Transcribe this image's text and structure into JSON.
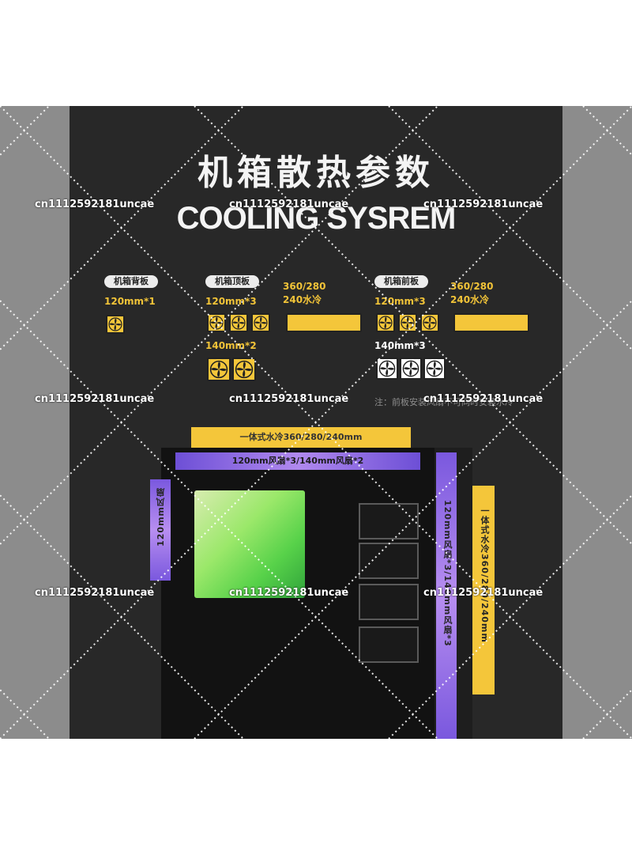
{
  "heading": {
    "cn": "机箱散热参数",
    "en": "COOLING SYSREM"
  },
  "rear": {
    "label": "机箱背板",
    "fan_spec": "120mm*1"
  },
  "top": {
    "label": "机箱顶板",
    "fan_spec_a": "120mm*3",
    "fan_spec_b": "140mm*2",
    "rad_spec": "360/280\n240水冷"
  },
  "front": {
    "label": "机箱前板",
    "fan_spec_a": "120mm*3",
    "fan_spec_b": "140mm*3",
    "rad_spec": "360/280\n240水冷"
  },
  "note": "注：前板安装风扇不可同时安装水冷",
  "case_labels": {
    "top_aio": "一体式水冷360/280/240mm",
    "top_fans": "120mm风扇*3/140mm风扇*2",
    "rear_fan": "120mm风扇",
    "front_fans": "120mm风扇*3/140mm风扇*3",
    "front_aio": "一体式水冷360/280/240mm"
  },
  "watermark": "cn1112592181uncae",
  "colors": {
    "panel_bg": "#282828",
    "accent_yellow": "#f4c63a",
    "accent_purple": "#9b78e8"
  }
}
